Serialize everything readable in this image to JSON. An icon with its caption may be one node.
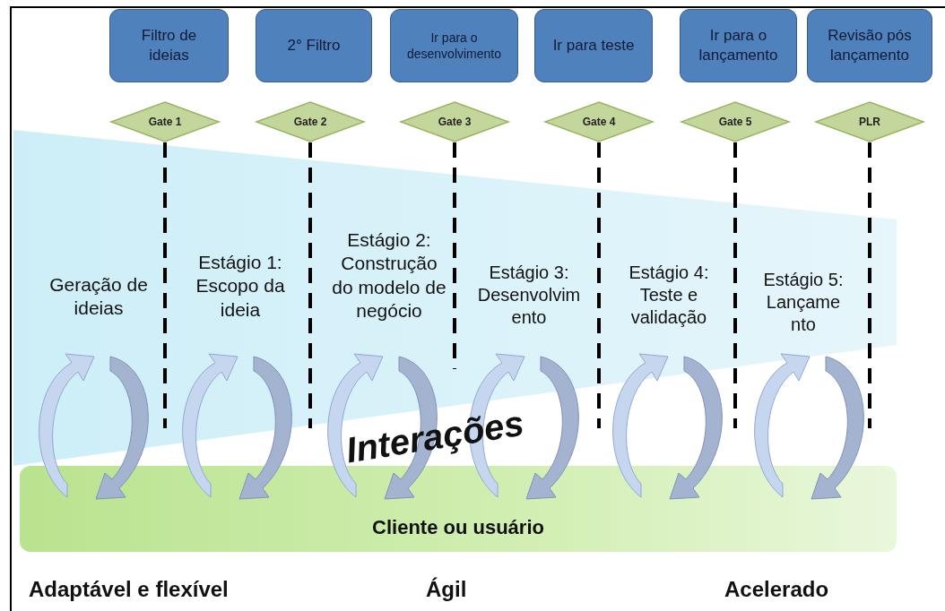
{
  "diagram": {
    "nodes": [
      {
        "text": [
          "Filtro de ideias"
        ]
      },
      {
        "text": [
          "2° Filtro"
        ]
      },
      {
        "text": [
          "Ir para o desenvolvimento"
        ]
      },
      {
        "text": [
          "Ir para teste"
        ]
      },
      {
        "text": [
          "Ir para o lançamento"
        ]
      },
      {
        "text": [
          "Revisão pós lançamento"
        ]
      },
      {
        "text": [
          "Gate 1"
        ]
      },
      {
        "text": [
          "Gate 2"
        ]
      },
      {
        "text": [
          "Gate 3"
        ]
      },
      {
        "text": [
          "Gate 4"
        ]
      },
      {
        "text": [
          "Gate 5"
        ]
      },
      {
        "text": [
          "PLR"
        ]
      },
      {
        "text": [
          "Cliente ou usuário"
        ]
      }
    ],
    "edges": [
      {
        "from": 6,
        "to": null,
        "arrow": "none",
        "style": "dashed"
      },
      {
        "from": 7,
        "to": null,
        "arrow": "none",
        "style": "dashed"
      },
      {
        "from": 8,
        "to": null,
        "arrow": "none",
        "style": "dashed"
      },
      {
        "from": 9,
        "to": null,
        "arrow": "none",
        "style": "dashed"
      },
      {
        "from": 10,
        "to": null,
        "arrow": "none",
        "style": "dashed"
      },
      {
        "from": 11,
        "to": null,
        "arrow": "none",
        "style": "dashed"
      }
    ],
    "labels": [
      "Geração de ideias",
      "Estágio 1: Escopo da ideia",
      "Estágio 2: Construção do modelo de negócio",
      "Estágio 3: Desenvolvim ento",
      "Estágio 4: Teste e validação",
      "Estágio 5: Lançame nto",
      "Interações",
      "Adaptável e flexível",
      "Ágil",
      "Acelerado"
    ]
  }
}
